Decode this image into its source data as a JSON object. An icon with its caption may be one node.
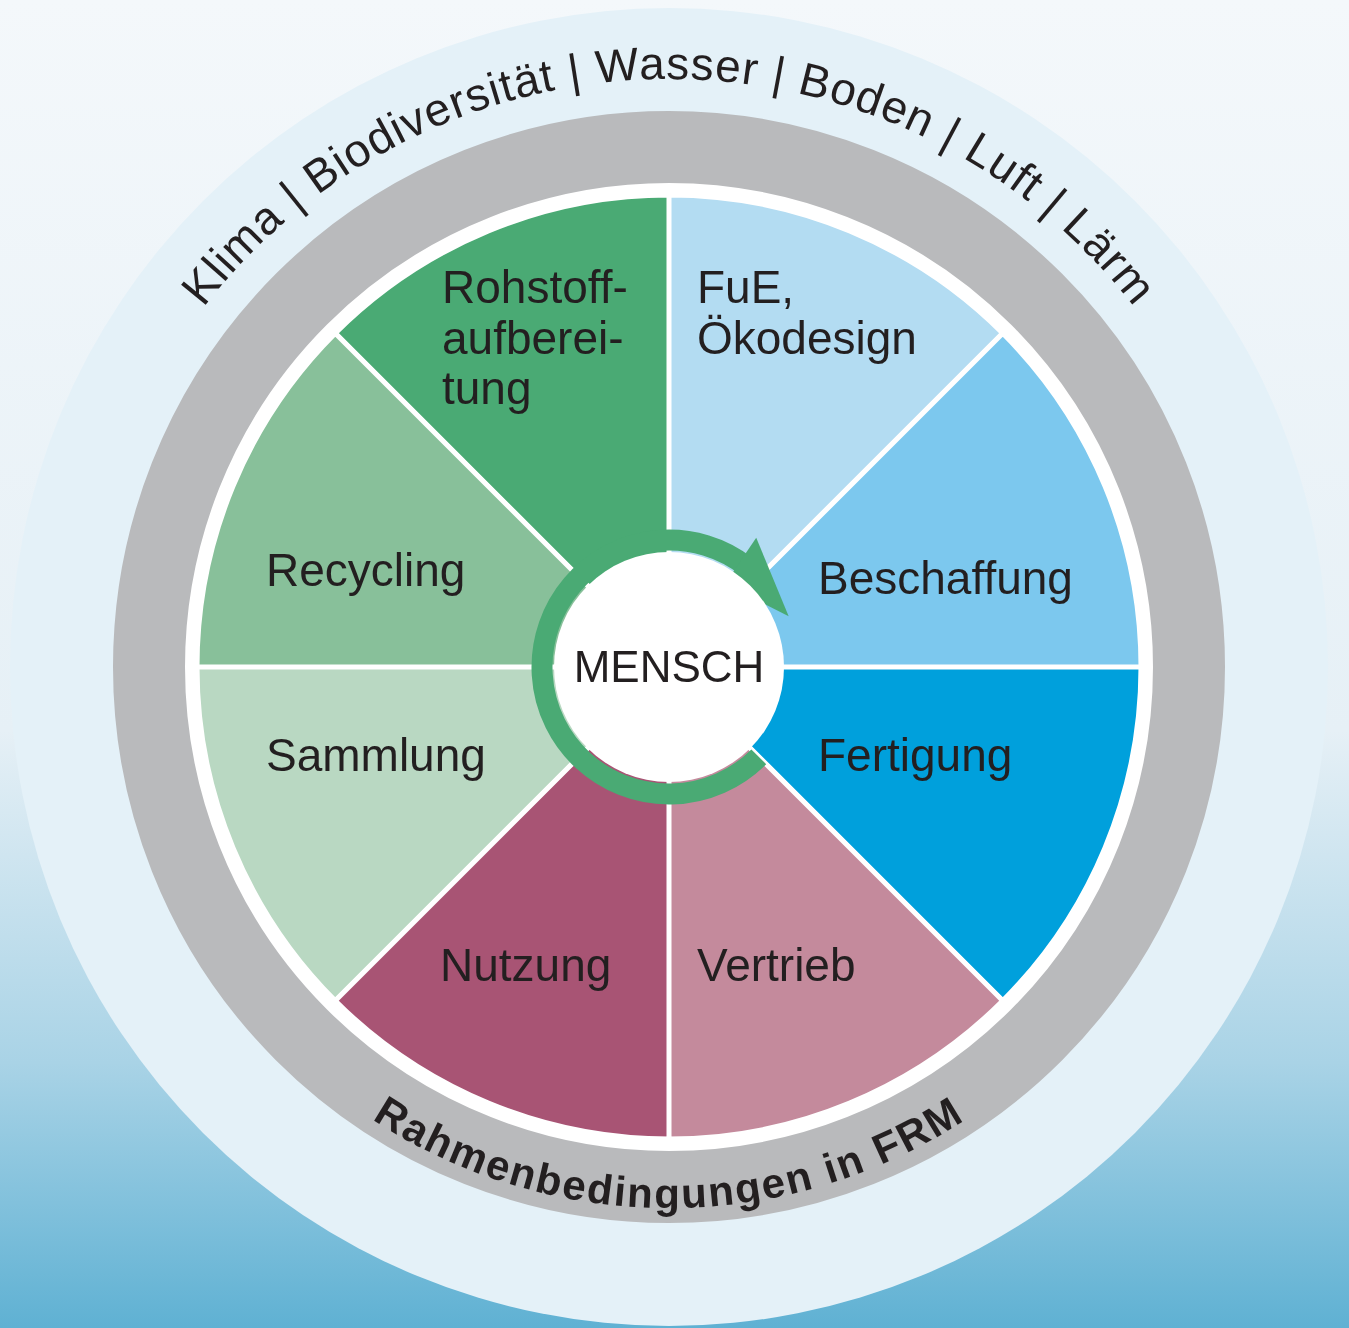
{
  "diagram": {
    "nodes": [
      {
        "text": [
          "Klima | Biodiversität | Wasser | Boden | Luft | Lärm",
          "Rahmenbedingungen in FRM"
        ]
      },
      {
        "text": [
          "Rohstoff- aufberei- tung"
        ],
        "in": 0
      },
      {
        "text": [
          "FuE, Ökodesign"
        ],
        "in": 0
      },
      {
        "text": [
          "Recycling"
        ],
        "in": 0
      },
      {
        "text": [
          "Beschaffung"
        ],
        "in": 0
      },
      {
        "text": [
          "Sammlung"
        ],
        "in": 0
      },
      {
        "text": [
          "Fertigung"
        ],
        "in": 0
      },
      {
        "text": [
          "Nutzung"
        ],
        "in": 0
      },
      {
        "text": [
          "Vertrieb"
        ],
        "in": 0
      },
      {
        "text": [
          "MENSCH"
        ],
        "in": 0
      }
    ]
  }
}
